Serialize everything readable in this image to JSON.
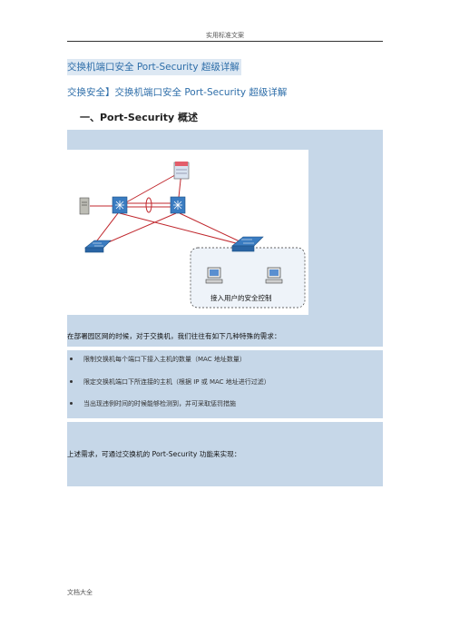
{
  "header": {
    "text": "实用标准文案"
  },
  "title": "交换机端口安全 Port-Security 超级详解",
  "subtitle": "交换安全】交换机端口安全 Port-Security 超级详解",
  "section": {
    "heading": "一、Port-Security 概述"
  },
  "diagram": {
    "caption": "接入用户的安全控制"
  },
  "intro_text": "在部署园区网的时候，对于交换机，我们往往有如下几种特殊的需求：",
  "requirements": [
    "限制交换机每个端口下接入主机的数量（MAC 地址数量）",
    "限定交换机端口下所连接的主机（根据 IP 或 MAC 地址进行过滤）",
    "当出现违例时间的时候能够检测到，并可采取惩罚措施"
  ],
  "summary_text": "上述需求，可通过交换机的 Port-Security 功能来实现：",
  "footer": {
    "text": "文档大全"
  },
  "colors": {
    "link_blue": "#2e6ea9",
    "box_blue": "#c6d7e8",
    "link_red": "#c0272d"
  }
}
